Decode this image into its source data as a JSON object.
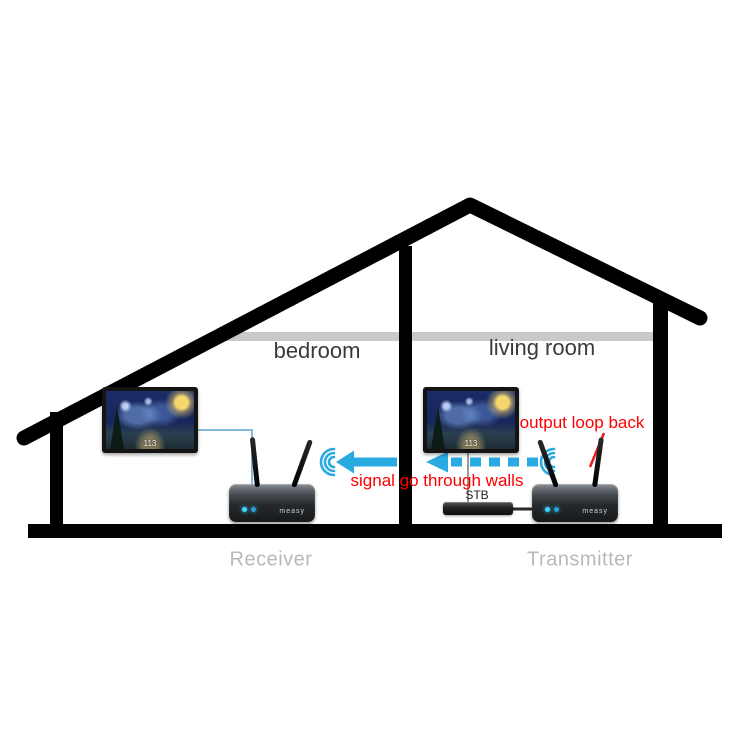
{
  "rooms": {
    "bedroom": "bedroom",
    "living_room": "living room"
  },
  "annotations": {
    "output_loop_back": "output loop back",
    "signal_through_walls": "signal go through walls"
  },
  "labels": {
    "receiver": "Receiver",
    "transmitter": "Transmitter",
    "stb": "STB"
  },
  "tv": {
    "channel": "113"
  },
  "devices": {
    "brand": "measy"
  },
  "colors": {
    "annotation_red": "#fe0000",
    "signal_blue": "#29aae1",
    "structure_black": "#000000",
    "caption_gray": "#b9b9b9",
    "ceiling_gray": "#c9c9c9"
  }
}
